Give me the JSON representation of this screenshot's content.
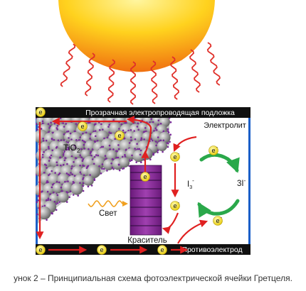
{
  "top_bar_label": "Прозрачная электропроводящая подложка",
  "bottom_bar_label": "Противоэлектрод",
  "electrolyte_label": "Электролит",
  "tio2_label": "TiO",
  "tio2_subscript": "2",
  "light_label": "Свет",
  "dye_label": "Краситель",
  "iodide_label": "3I",
  "iodide_charge": "-",
  "triiodide_label": "I",
  "triiodide_subscript": "3",
  "triiodide_charge": "-",
  "electron_symbol": "e",
  "caption": "унок 2 – Принципиальная схема фотоэлектрической ячейки Гретцеля.",
  "colors": {
    "sun_inner": "#ffdf30",
    "sun_outer": "#f07a10",
    "rays": "#e0302a",
    "bar": "#101010",
    "bar_text": "#ffffff",
    "frame": "#1a5fc8",
    "electrolyte_bg": "#ffffff",
    "tio2_sphere": "#a6a6a6",
    "tio2_dots": "#7a2a9a",
    "dye": "#8a2a9a",
    "dye_lines": "#2a0a3a",
    "electron_fill": "#f5e51c",
    "arrow_red": "#e02020",
    "arrow_green": "#2aa84a",
    "light_wave": "#f0a020"
  }
}
